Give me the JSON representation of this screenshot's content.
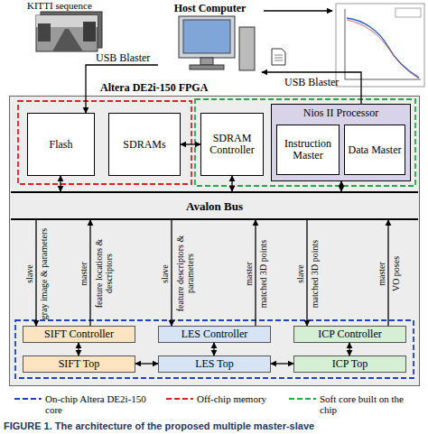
{
  "diagram": {
    "caption": "FIGURE 1. The architecture of the proposed multiple master-slave",
    "nodes": [
      {
        "text": [
          "Host Computer"
        ]
      },
      {
        "text": [
          "Altera DE2i-150 FPGA"
        ]
      },
      {
        "text": [
          "Flash"
        ],
        "in": 1
      },
      {
        "text": [
          "SDRAMs"
        ],
        "in": 1
      },
      {
        "text": [
          "SDRAM Controller"
        ],
        "in": 1
      },
      {
        "text": [
          "Nios II Processor"
        ],
        "in": 1
      },
      {
        "text": [
          "Instruction Master"
        ],
        "in": 5
      },
      {
        "text": [
          "Data Master"
        ],
        "in": 5
      },
      {
        "text": [
          "Avalon Bus"
        ],
        "in": 1
      },
      {
        "text": [
          "SIFT Controller"
        ],
        "in": 1
      },
      {
        "text": [
          "LES Controller"
        ],
        "in": 1
      },
      {
        "text": [
          "ICP Controller"
        ],
        "in": 1
      },
      {
        "text": [
          "SIFT Top"
        ],
        "in": 1
      },
      {
        "text": [
          "LES Top"
        ],
        "in": 1
      },
      {
        "text": [
          "ICP Top"
        ],
        "in": 1
      }
    ],
    "edges": [
      {
        "from": 0,
        "to": 2,
        "label": "USB Blaster",
        "arrow": "to"
      },
      {
        "from": 5,
        "to": 0,
        "label": "USB Blaster",
        "arrow": "to"
      },
      {
        "from": 3,
        "to": 4,
        "arrow": "both"
      },
      {
        "from": 2,
        "to": 8,
        "arrow": "both"
      },
      {
        "from": 4,
        "to": 8,
        "arrow": "both"
      },
      {
        "from": 5,
        "to": 8,
        "arrow": "both"
      },
      {
        "from": 8,
        "to": 9,
        "label": "gray image & parameters",
        "arrow": "to"
      },
      {
        "from": 9,
        "to": 8,
        "label": "feature locations & descriptors",
        "arrow": "to"
      },
      {
        "from": 8,
        "to": 10,
        "label": "feature descriptors & parameters",
        "arrow": "to"
      },
      {
        "from": 10,
        "to": 8,
        "label": "matched 3D points",
        "arrow": "to"
      },
      {
        "from": 8,
        "to": 11,
        "label": "matched 3D points",
        "arrow": "to"
      },
      {
        "from": 11,
        "to": 8,
        "label": "VO poses",
        "arrow": "to"
      },
      {
        "from": 9,
        "to": 12,
        "arrow": "both"
      },
      {
        "from": 10,
        "to": 13,
        "arrow": "both"
      },
      {
        "from": 11,
        "to": 14,
        "arrow": "both"
      },
      {
        "from": 12,
        "to": 13,
        "arrow": "both"
      },
      {
        "from": 13,
        "to": 14,
        "arrow": "both"
      }
    ],
    "labels": [
      "KITTI sequence",
      "slave",
      "master",
      "slave",
      "master",
      "slave",
      "master"
    ],
    "legend": [
      {
        "text": "On-chip Altera DE2i-150 core"
      },
      {
        "text": "Off-chip memory"
      },
      {
        "text": "Soft core built on the chip"
      }
    ]
  }
}
